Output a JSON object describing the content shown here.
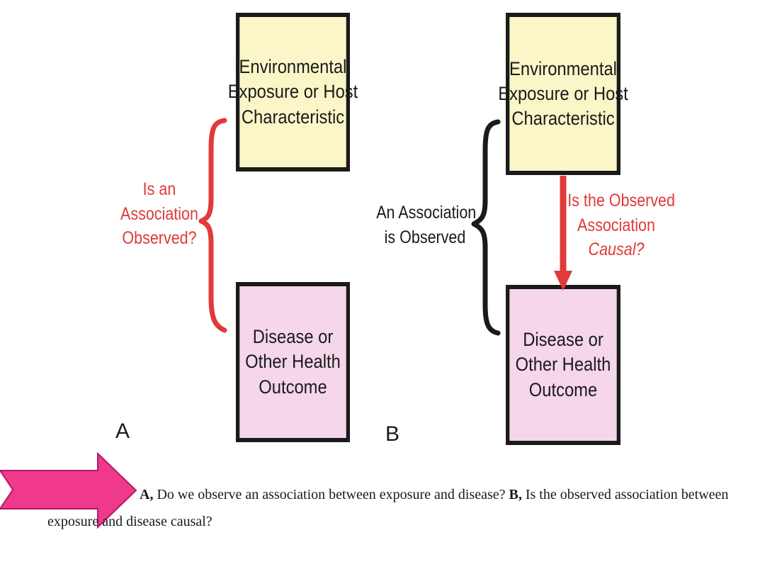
{
  "panel_a": {
    "letter": "A",
    "exposure_box": {
      "lines": [
        "Environmental",
        "Exposure or Host",
        "Characteristic"
      ]
    },
    "outcome_box": {
      "lines": [
        "Disease or",
        "Other Health",
        "Outcome"
      ]
    },
    "bracket_label": {
      "lines": [
        "Is an",
        "Association",
        "Observed?"
      ]
    }
  },
  "panel_b": {
    "letter": "B",
    "exposure_box": {
      "lines": [
        "Environmental",
        "Exposure or Host",
        "Characteristic"
      ]
    },
    "outcome_box": {
      "lines": [
        "Disease or",
        "Other Health",
        "Outcome"
      ]
    },
    "bracket_label": {
      "lines": [
        "An Association",
        "is Observed"
      ]
    },
    "arrow_label": {
      "lines": [
        "Is the Observed",
        "Association",
        "Causal?"
      ]
    }
  },
  "caption": {
    "part_a_letter": "A,",
    "part_a_text": " Do we observe an association between exposure and disease? ",
    "part_b_letter": "B,",
    "part_b_text": " Is the observed association between exposure and disease causal?"
  },
  "colors": {
    "exposure_fill": "#faf6c8",
    "outcome_fill": "#f5d6ea",
    "red_accent": "#e03a3a",
    "pointer_arrow": "#f0388c"
  },
  "icons": {
    "pointer": "right-arrow-icon"
  }
}
